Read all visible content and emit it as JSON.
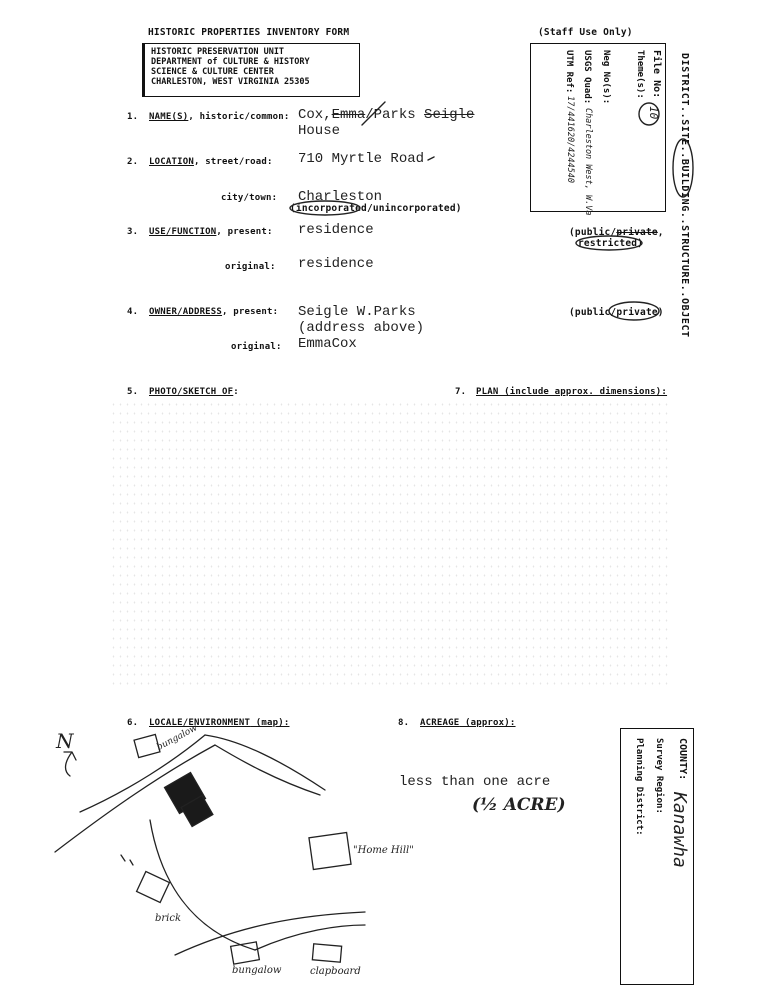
{
  "form_title": "HISTORIC PROPERTIES INVENTORY FORM",
  "staff_use": "(Staff Use Only)",
  "header_lines": [
    "HISTORIC PRESERVATION UNIT",
    "DEPARTMENT of CULTURE & HISTORY",
    "SCIENCE & CULTURE CENTER",
    "CHARLESTON, WEST VIRGINIA  25305"
  ],
  "staff_fields": {
    "file_no_label": "File No:",
    "file_no_value": "10",
    "themes_label": "Theme(s):",
    "neg_no_label": "Neg No(s):",
    "usgs_label": "USGS Quad:",
    "usgs_value": "Charleston West, W.Va",
    "utm_label": "UTM Ref:",
    "utm_value": "17/441620/4244540"
  },
  "category_line": "DISTRICT..SITE..BUILDING..STRUCTURE..OBJECT",
  "sections": {
    "name": {
      "number": "1.",
      "label_ul": "NAME(S)",
      "label_rest": ", historic/common:",
      "value_line1": [
        "Cox,",
        "Emma",
        "Parks",
        "Seigle"
      ],
      "value_line2": "House"
    },
    "location": {
      "number": "2.",
      "label_ul": "LOCATION",
      "label_rest": ", street/road:",
      "value": "710 Myrtle Road",
      "city_label": "city/town:",
      "city_value": "Charleston",
      "incorp_a": "(incorporated",
      "incorp_b": "/unincorporated)"
    },
    "use": {
      "number": "3.",
      "label_ul": "USE/FUNCTION",
      "label_rest": ", present:",
      "present_value": "residence",
      "original_label": "original:",
      "original_value": "residence",
      "public_a": "(public/",
      "public_b": "private",
      "public_c": ",",
      "restricted": "restricted)"
    },
    "owner": {
      "number": "4.",
      "label_ul": "OWNER/ADDRESS",
      "label_rest": ", present:",
      "present_line1": "Seigle W.Parks",
      "present_line2": "(address above)",
      "original_label": "original:",
      "original_value": "EmmaCox",
      "public_a": "(public/",
      "public_b": "private",
      "public_c": ")"
    },
    "photo": {
      "number": "5.",
      "label_ul": "PHOTO/SKETCH OF",
      "label_rest": ":"
    },
    "plan": {
      "number": "7.",
      "label_ul": "PLAN",
      "label_rest": " (include approx. dimensions):"
    },
    "locale": {
      "number": "6.",
      "label_ul": "LOCALE/ENVIRONMENT",
      "label_rest": " (map):"
    },
    "acreage": {
      "number": "8.",
      "label_ul": "ACREAGE",
      "label_rest": " (approx):",
      "value": "less than one acre",
      "handwritten": "(½ ACRE)"
    }
  },
  "county_box": {
    "county_label": "COUNTY:",
    "county_value": "Kanawha",
    "survey_region_label": "Survey Region:",
    "planning_district_label": "Planning District:"
  },
  "map_labels": {
    "bungalow_top": "bungalow",
    "home_hill": "\"Home Hill\"",
    "brick": "brick",
    "bungalow_bottom": "bungalow",
    "clapboard": "clapboard"
  }
}
